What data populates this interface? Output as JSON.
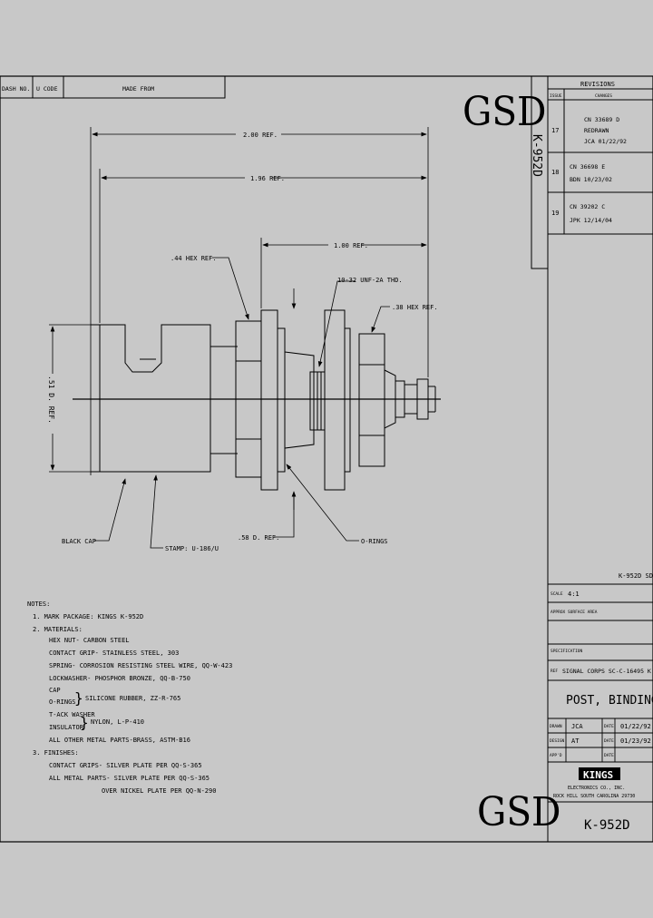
{
  "header_table": {
    "dash_no": "DASH NO.",
    "u_code": "U CODE",
    "made_from": "MADE FROM"
  },
  "logo_text": "GSD",
  "part_number_vertical": "K-952D",
  "revisions": {
    "title": "REVISIONS",
    "col_rev": "ISSUE",
    "col_changes": "CHANGES",
    "rows": [
      {
        "rev": "17",
        "lines": [
          "CN  33689 D",
          "REDRAWN",
          "JCA   01/22/92"
        ]
      },
      {
        "rev": "18",
        "lines": [
          "CN  36698 E",
          "BDN  10/23/02"
        ]
      },
      {
        "rev": "19",
        "lines": [
          "CN  39202 C",
          "JPK  12/14/04"
        ]
      }
    ]
  },
  "dimensions": {
    "overall": "2.00 REF.",
    "body_length": "1.96 REF.",
    "stud_length": "1.00 REF.",
    "hex_44": ".44 HEX REF.",
    "thread": "10-32 UNF-2A THD.",
    "hex_38": ".38 HEX REF.",
    "dia_51": ".51 D. REF.",
    "dia_58": ".58 D. REF."
  },
  "callouts": {
    "black_cap": "BLACK CAP",
    "stamp": "STAMP: U-186/U",
    "orings": "O-RINGS"
  },
  "notes": {
    "title": "NOTES:",
    "lines": [
      "1. MARK PACKAGE: KINGS K-952D",
      "2. MATERIALS:",
      "HEX NUT- CARBON STEEL",
      "CONTACT GRIP- STAINLESS STEEL, 303",
      "SPRING- CORROSION RESISTING STEEL WIRE, QQ-W-423",
      "LOCKWASHER- PHOSPHOR BRONZE, QQ-B-750",
      "CAP",
      "O-RINGS",
      "SILICONE RUBBER, ZZ-R-765",
      "T-ACK WASHER",
      "INSULATOR",
      "NYLON, L-P-410",
      "ALL OTHER METAL PARTS-BRASS, ASTM-B16",
      "3. FINISHES:",
      "CONTACT GRIPS- SILVER PLATE PER QQ-S-365",
      "ALL METAL PARTS- SILVER PLATE PER QQ-S-365",
      "OVER NICKEL PLATE PER QQ-N-290"
    ]
  },
  "title_block": {
    "drawing_no_small": "K-952D SD",
    "scale_label": "SCALE",
    "scale_value": "4:1",
    "surface_label": "APPROX SURFACE AREA",
    "spec_label": "SPECIFICATION",
    "ref_label": "REF",
    "ref_value": "SIGNAL CORPS SC-C-16495 K",
    "title": "POST, BINDING",
    "drawn_label": "DRAWN",
    "drawn_by": "JCA",
    "drawn_date_label": "DATE",
    "drawn_date": "01/22/92",
    "design_label": "DESIGN",
    "design_by": "AT",
    "design_date_label": "DATE",
    "design_date": "01/23/92",
    "appd_label": "APP'D",
    "appd_date_label": "DATE",
    "company_logo": "KINGS",
    "company_line1": "ELECTRONICS CO., INC.",
    "company_line2": "ROCK HILL SOUTH CAROLINA 29730",
    "drawing_no": "K-952D"
  }
}
